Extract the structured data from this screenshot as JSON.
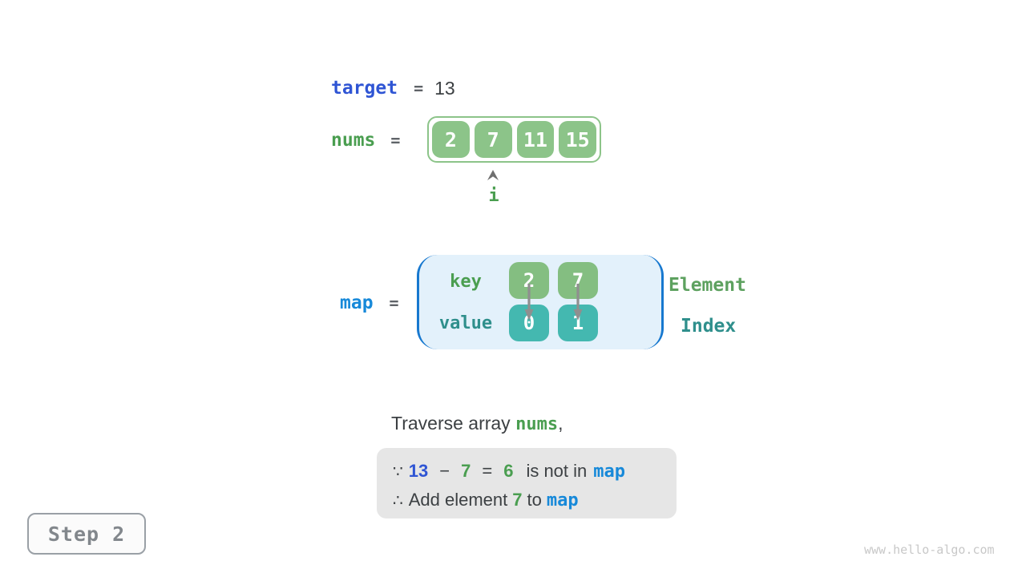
{
  "title_row": {
    "var": "target",
    "eq": "=",
    "value": "13"
  },
  "nums_row": {
    "var": "nums",
    "eq": "=",
    "cells": [
      "2",
      "7",
      "11",
      "15"
    ],
    "pointer_label": "i",
    "pointer_index": 1
  },
  "map_row": {
    "var": "map",
    "eq": "=",
    "key_label": "key",
    "value_label": "value",
    "keys": [
      "2",
      "7"
    ],
    "values": [
      "0",
      "1"
    ],
    "element_label": "Element",
    "index_label": "Index"
  },
  "caption": {
    "before": "Traverse array",
    "code": "nums",
    "after": ","
  },
  "note": {
    "line1": {
      "sym": "∵",
      "n1": "13",
      "op": "−",
      "n2": "7",
      "eq": "=",
      "n3": "6",
      "text": "is not in",
      "code": "map"
    },
    "line2": {
      "sym": "∴",
      "t1": "Add element",
      "n": "7",
      "t2": "to",
      "code": "map"
    }
  },
  "badge": "Step 2",
  "watermark": "www.hello-algo.com",
  "colors": {
    "royal_blue": "#2f55d4",
    "azure_blue": "#1789d9",
    "green_text": "#4a9e50",
    "teal_text": "#2f8f8c",
    "green_cell": "#8cc489",
    "teal_cell": "#44b8b0",
    "panel_blue": "#e3f1fb",
    "paren_blue": "#1778cf",
    "note_background": "#e6e6e6"
  }
}
